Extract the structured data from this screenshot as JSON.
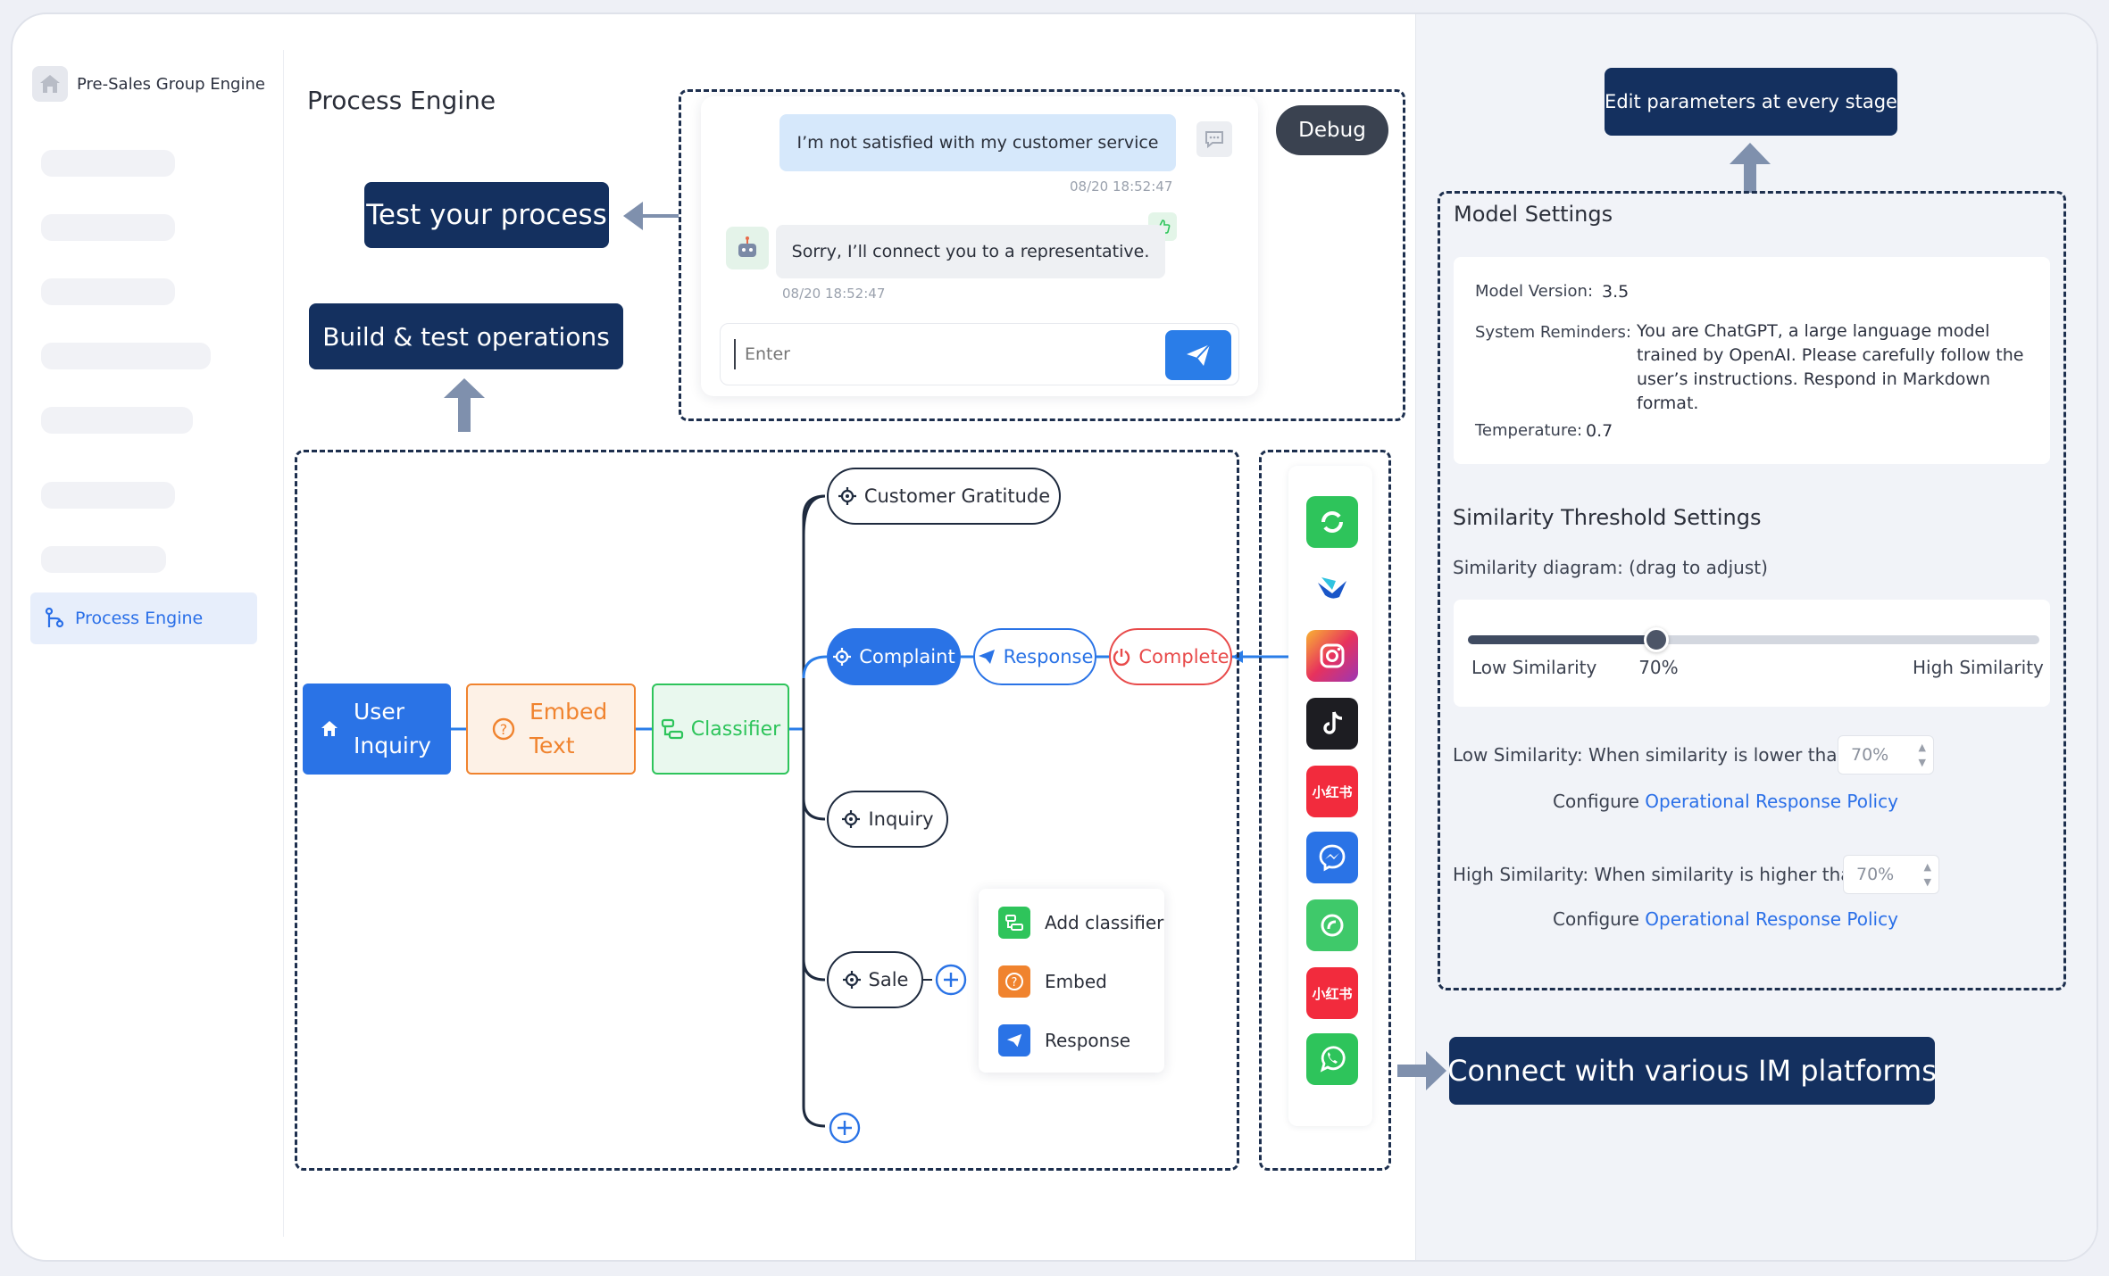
{
  "sidebar": {
    "brand_label": "Pre-Sales Group Engine",
    "active_item": "Process Engine"
  },
  "page_title": "Process Engine",
  "callouts": {
    "test_process": "Test your process",
    "build_test": "Build & test operations",
    "edit_params": "Edit parameters at every stage",
    "connect_im": "Connect with various IM platforms"
  },
  "chat": {
    "user_message": "I’m not satisfied with my customer service",
    "user_time": "08/20 18:52:47",
    "bot_message": "Sorry, I’ll connect you to a representative.",
    "bot_time": "08/20 18:52:47",
    "input_placeholder": "Enter",
    "debug_label": "Debug"
  },
  "flow": {
    "user_inquiry": "User Inquiry",
    "embed_text": "Embed Text",
    "classifier": "Classifier",
    "branches": {
      "gratitude": "Customer Gratitude",
      "complaint": "Complaint",
      "response": "Response",
      "complete": "Complete",
      "inquiry": "Inquiry",
      "sale": "Sale"
    },
    "add_menu": [
      "Add classifier",
      "Embed",
      "Response"
    ]
  },
  "im_platforms": [
    "chatwoot-icon",
    "lark-icon",
    "instagram-icon",
    "tiktok-icon",
    "xiaohongshu-icon",
    "messenger-icon",
    "wechat-work-icon",
    "xiaohongshu-icon",
    "whatsapp-icon"
  ],
  "im_text": {
    "xhs": "小红书"
  },
  "model_settings": {
    "title": "Model Settings",
    "version_label": "Model Version:",
    "version_value": "3.5",
    "reminders_label": "System Reminders:",
    "reminders_value": "You are ChatGPT, a large language model trained by OpenAI. Please carefully follow the user’s instructions. Respond in Markdown format.",
    "temperature_label": "Temperature:",
    "temperature_value": "0.7"
  },
  "similarity": {
    "title": "Similarity Threshold Settings",
    "diagram_label": "Similarity diagram: (drag to adjust)",
    "low_label": "Low Similarity",
    "high_label": "High Similarity",
    "slider_value_text": "70%",
    "slider_value": 0.33,
    "low_rule": "Low Similarity: When similarity is lower than",
    "low_value": "70%",
    "high_rule": "High Similarity: When similarity is higher than",
    "high_value": "70%",
    "configure_prefix": "Configure",
    "configure_link": "Operational Response Policy"
  },
  "colors": {
    "navy": "#14305f",
    "blue": "#2a7de8",
    "orange": "#f0832e",
    "green": "#2ec45b",
    "red": "#e84a4a"
  }
}
